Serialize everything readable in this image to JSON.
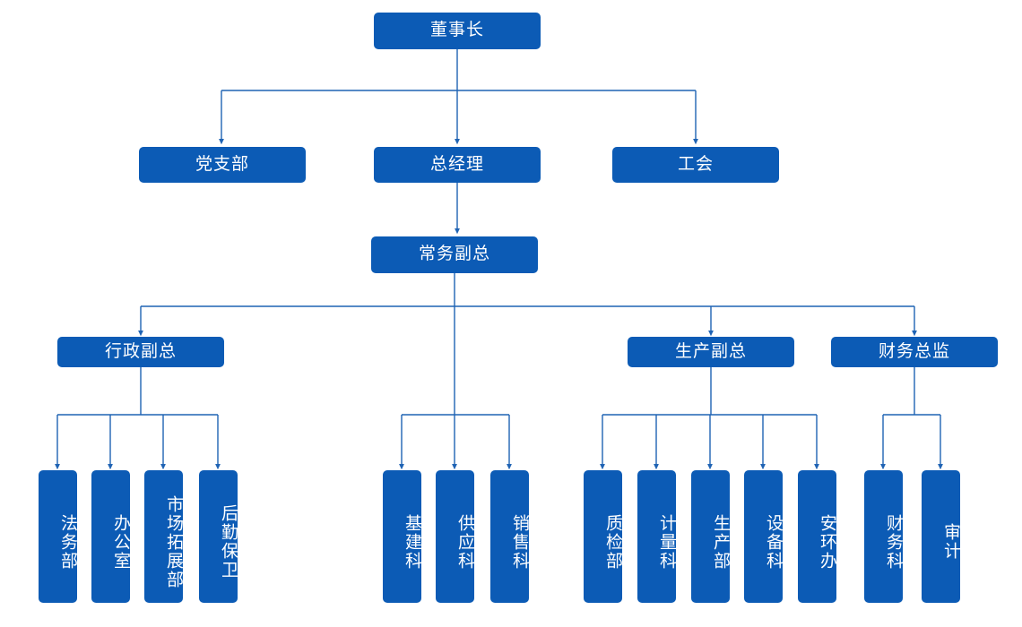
{
  "chart": {
    "type": "org-chart",
    "title": "",
    "accent_color": "#0C5BB5",
    "line_color": "#1F63B4",
    "background_color": "#FFFFFF",
    "text_color": "#FFFFFF"
  },
  "nodes": {
    "chairman": {
      "label": "董事长",
      "level": 1,
      "orientation": "horizontal"
    },
    "party_branch": {
      "label": "党支部",
      "level": 2,
      "orientation": "horizontal"
    },
    "general_manager": {
      "label": "总经理",
      "level": 2,
      "orientation": "horizontal"
    },
    "labor_union": {
      "label": "工会",
      "level": 2,
      "orientation": "horizontal"
    },
    "executive_vp": {
      "label": "常务副总",
      "level": 3,
      "orientation": "horizontal"
    },
    "admin_vp": {
      "label": "行政副总",
      "level": 4,
      "orientation": "horizontal"
    },
    "production_vp": {
      "label": "生产副总",
      "level": 4,
      "orientation": "horizontal"
    },
    "finance_director": {
      "label": "财务总监",
      "level": 4,
      "orientation": "horizontal"
    },
    "legal_dept": {
      "label": "法务部",
      "level": 5,
      "orientation": "vertical"
    },
    "office": {
      "label": "办公室",
      "level": 5,
      "orientation": "vertical"
    },
    "market_dev_dept": {
      "label": "市场拓展部",
      "level": 5,
      "orientation": "vertical"
    },
    "logistics_security": {
      "label": "后勤保卫",
      "level": 5,
      "orientation": "vertical"
    },
    "infrastructure_section": {
      "label": "基建科",
      "level": 5,
      "orientation": "vertical"
    },
    "supply_section": {
      "label": "供应科",
      "level": 5,
      "orientation": "vertical"
    },
    "sales_section": {
      "label": "销售科",
      "level": 5,
      "orientation": "vertical"
    },
    "quality_dept": {
      "label": "质检部",
      "level": 5,
      "orientation": "vertical"
    },
    "metrology_section": {
      "label": "计量科",
      "level": 5,
      "orientation": "vertical"
    },
    "production_dept": {
      "label": "生产部",
      "level": 5,
      "orientation": "vertical"
    },
    "equipment_section": {
      "label": "设备科",
      "level": 5,
      "orientation": "vertical"
    },
    "safety_env_office": {
      "label": "安环办",
      "level": 5,
      "orientation": "vertical"
    },
    "finance_section": {
      "label": "财务科",
      "level": 5,
      "orientation": "vertical"
    },
    "audit": {
      "label": "审计",
      "level": 5,
      "orientation": "vertical"
    }
  },
  "hierarchy": {
    "root": "chairman",
    "edges": [
      {
        "from": "chairman",
        "to": "party_branch"
      },
      {
        "from": "chairman",
        "to": "general_manager"
      },
      {
        "from": "chairman",
        "to": "labor_union"
      },
      {
        "from": "general_manager",
        "to": "executive_vp"
      },
      {
        "from": "executive_vp",
        "to": "admin_vp"
      },
      {
        "from": "executive_vp",
        "to": "production_vp"
      },
      {
        "from": "executive_vp",
        "to": "finance_director"
      },
      {
        "from": "executive_vp",
        "to": "infrastructure_section"
      },
      {
        "from": "executive_vp",
        "to": "supply_section"
      },
      {
        "from": "executive_vp",
        "to": "sales_section"
      },
      {
        "from": "admin_vp",
        "to": "legal_dept"
      },
      {
        "from": "admin_vp",
        "to": "office"
      },
      {
        "from": "admin_vp",
        "to": "market_dev_dept"
      },
      {
        "from": "admin_vp",
        "to": "logistics_security"
      },
      {
        "from": "production_vp",
        "to": "quality_dept"
      },
      {
        "from": "production_vp",
        "to": "metrology_section"
      },
      {
        "from": "production_vp",
        "to": "production_dept"
      },
      {
        "from": "production_vp",
        "to": "equipment_section"
      },
      {
        "from": "production_vp",
        "to": "safety_env_office"
      },
      {
        "from": "finance_director",
        "to": "finance_section"
      },
      {
        "from": "finance_director",
        "to": "audit"
      }
    ]
  }
}
